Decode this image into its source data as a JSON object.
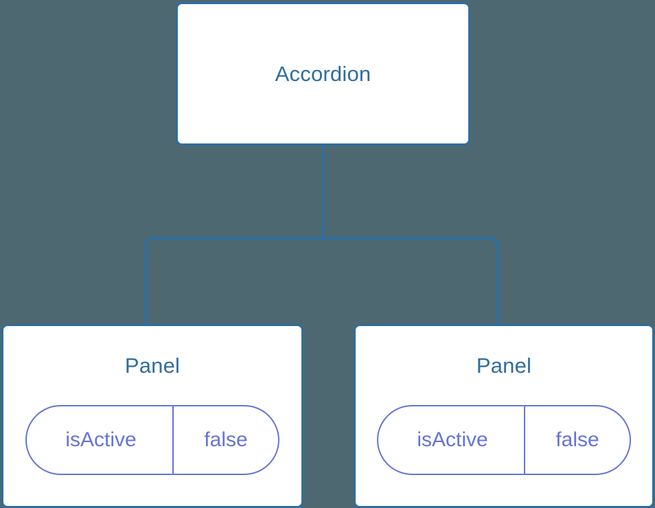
{
  "diagram": {
    "type": "component-tree",
    "background_color": "#4d6870",
    "node_fill_color": "#ffffff",
    "node_border_color": "#2f6e9e",
    "node_text_color": "#2f6e9e",
    "connector_color": "#2f6e9e",
    "prop_border_color": "#6674d4",
    "prop_text_color": "#6674d4"
  },
  "root": {
    "label": "Accordion"
  },
  "children": [
    {
      "label": "Panel",
      "prop": {
        "key": "isActive",
        "value": "false"
      }
    },
    {
      "label": "Panel",
      "prop": {
        "key": "isActive",
        "value": "false"
      }
    }
  ]
}
